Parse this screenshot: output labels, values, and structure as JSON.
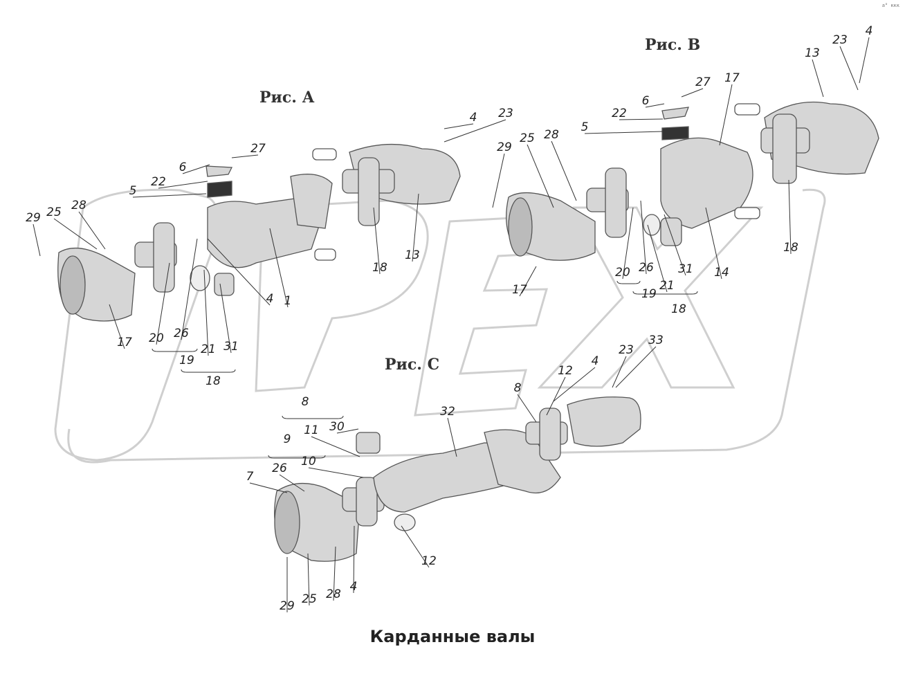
{
  "figures": {
    "a": "Рис. А",
    "b": "Рис. В",
    "c": "Рис. С"
  },
  "watermark": "OPEX",
  "caption": "Карданные валы",
  "corner_mark": "а° ккк",
  "colors": {
    "part_fill": "#d6d6d6",
    "part_stroke": "#555555",
    "watermark": "#cfcfcf",
    "leader": "#333333"
  },
  "labels": {
    "a": [
      "29",
      "25",
      "28",
      "6",
      "22",
      "5",
      "27",
      "4",
      "1",
      "20",
      "26",
      "21",
      "31",
      "19",
      "18",
      "17",
      "18",
      "13"
    ],
    "b": [
      "4",
      "23",
      "29",
      "25",
      "28",
      "6",
      "22",
      "5",
      "27",
      "17",
      "13",
      "23",
      "4",
      "20",
      "26",
      "31",
      "21",
      "19",
      "18",
      "14",
      "18",
      "17"
    ],
    "c": [
      "8",
      "30",
      "9",
      "11",
      "10",
      "7",
      "26",
      "32",
      "12",
      "4",
      "23",
      "33",
      "8",
      "12",
      "29",
      "25",
      "28",
      "4"
    ]
  }
}
